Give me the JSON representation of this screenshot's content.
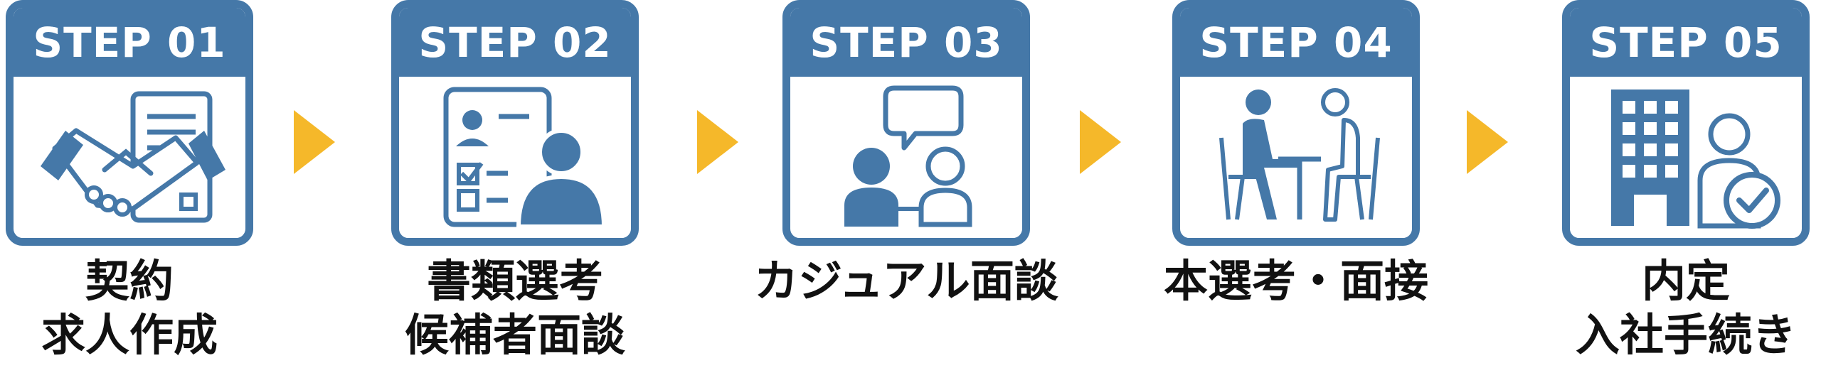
{
  "colors": {
    "primary": "#4578a8",
    "arrow": "#f5b82a",
    "text": "#111111"
  },
  "steps": [
    {
      "title": "STEP 01",
      "icon": "handshake-contract-icon",
      "caption": [
        "契約",
        "求人作成"
      ]
    },
    {
      "title": "STEP 02",
      "icon": "resume-screening-icon",
      "caption": [
        "書類選考",
        "候補者面談"
      ]
    },
    {
      "title": "STEP 03",
      "icon": "casual-chat-icon",
      "caption": [
        "カジュアル面談"
      ]
    },
    {
      "title": "STEP 04",
      "icon": "interview-table-icon",
      "caption": [
        "本選考・面接"
      ]
    },
    {
      "title": "STEP 05",
      "icon": "office-offer-icon",
      "caption": [
        "内定",
        "入社手続き"
      ]
    }
  ]
}
